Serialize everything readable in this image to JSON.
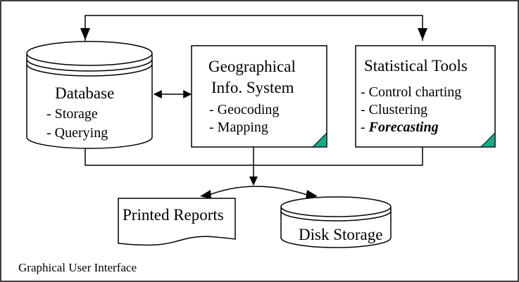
{
  "nodes": {
    "database": {
      "title": "Database",
      "items": [
        "- Storage",
        "- Querying"
      ]
    },
    "gis": {
      "title_line1": "Geographical",
      "title_line2": "Info. System",
      "items": [
        "- Geocoding",
        "- Mapping"
      ]
    },
    "stats": {
      "title": "Statistical Tools",
      "items": [
        "- Control charting",
        "- Clustering"
      ],
      "item_emphasis_prefix": "- ",
      "item_emphasis": "Forecasting"
    },
    "printed_reports": {
      "label": "Printed Reports"
    },
    "disk_storage": {
      "label": "Disk Storage"
    }
  },
  "footer": {
    "label": "Graphical User Interface"
  },
  "colors": {
    "line": "#000000",
    "background": "#ffffff",
    "corner_accent": "#1aa88a"
  }
}
